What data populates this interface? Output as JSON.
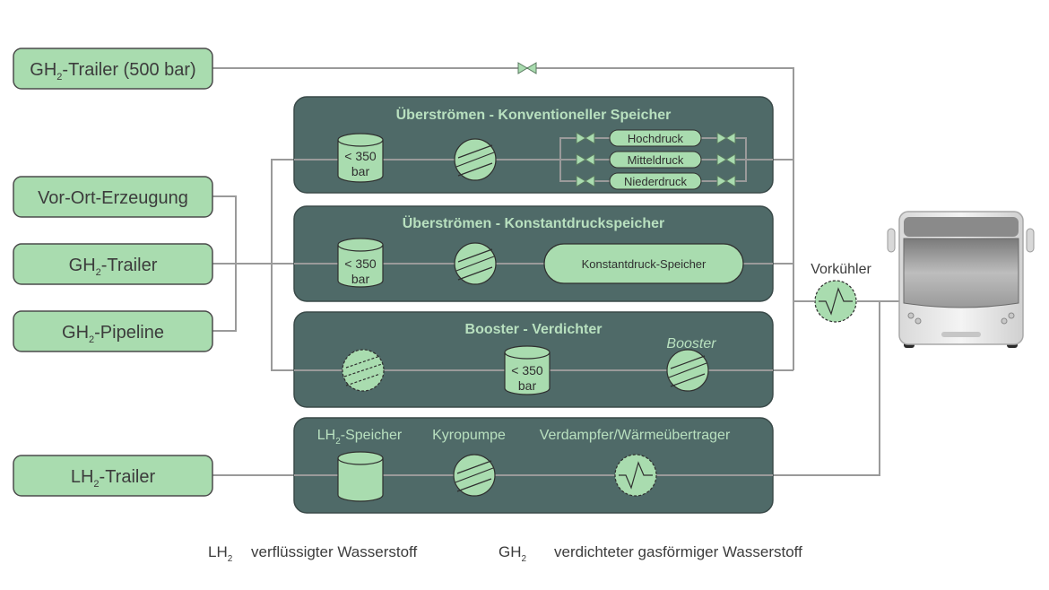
{
  "sources": {
    "gh2_trailer_500": {
      "base": "GH",
      "sub": "2",
      "rest": "-Trailer (500 bar)"
    },
    "vor_ort": {
      "base": "Vor-Ort-Erzeugung",
      "sub": "",
      "rest": ""
    },
    "gh2_trailer": {
      "base": "GH",
      "sub": "2",
      "rest": "-Trailer"
    },
    "gh2_pipeline": {
      "base": "GH",
      "sub": "2",
      "rest": "-Pipeline"
    },
    "lh2_trailer": {
      "base": "LH",
      "sub": "2",
      "rest": "-Trailer"
    }
  },
  "panels": {
    "konventionell": {
      "title": "Überströmen - Konventioneller Speicher",
      "tank_line1": "< 350",
      "tank_line2": "bar",
      "pressures": [
        "Hochdruck",
        "Mitteldruck",
        "Niederdruck"
      ]
    },
    "konstantdruck": {
      "title": "Überströmen - Konstantdruckspeicher",
      "tank_line1": "< 350",
      "tank_line2": "bar",
      "storage_label": "Konstantdruck-Speicher"
    },
    "booster": {
      "title": "Booster - Verdichter",
      "tank_line1": "< 350",
      "tank_line2": "bar",
      "booster_label": "Booster"
    },
    "lh2": {
      "speicher_base": "LH",
      "speicher_sub": "2",
      "speicher_rest": "-Speicher",
      "pump_label": "Kyropumpe",
      "vaporizer_label": "Verdampfer/Wärmeübertrager"
    }
  },
  "vorkuehler_label": "Vorkühler",
  "legend": {
    "lh2_abbr": "LH",
    "lh2_sub": "2",
    "lh2_desc": "verflüssigter Wasserstoff",
    "gh2_abbr": "GH",
    "gh2_sub": "2",
    "gh2_desc": "verdichteter gasförmiger Wasserstoff"
  },
  "colors": {
    "box_fill": "#a9dcaf",
    "box_stroke": "#4b4b4b",
    "panel_fill": "#4f6a68",
    "line": "#9a9a9a",
    "panel_text": "#b8e0bf"
  }
}
